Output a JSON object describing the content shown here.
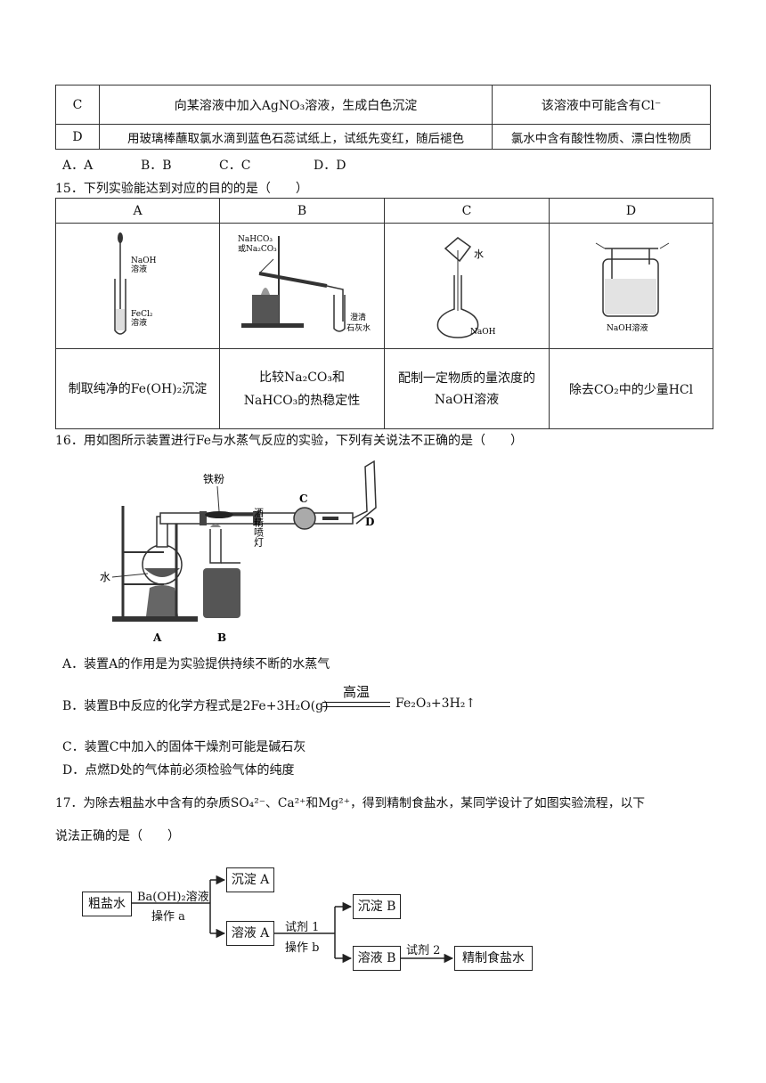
{
  "q14_table": {
    "rows": [
      {
        "letter": "C",
        "operation": "向某溶液中加入AgNO₃溶液，生成白色沉淀",
        "conclusion": "该溶液中可能含有Cl⁻"
      },
      {
        "letter": "D",
        "operation": "用玻璃棒蘸取氯水滴到蓝色石蕊试纸上，试纸先变红，随后褪色",
        "conclusion": "氯水中含有酸性物质、漂白性物质"
      }
    ]
  },
  "q14_options": [
    "A．A",
    "B．B",
    "C．C",
    "D．D"
  ],
  "q15": {
    "stem": "15．下列实验能达到对应的目的的是（　　）",
    "headers": [
      "A",
      "B",
      "C",
      "D"
    ],
    "figure_labels": {
      "a1": "NaOH",
      "a2": "溶液",
      "a3": "FeCl₂",
      "a4": "溶液",
      "b1": "NaHCO₃",
      "b2": "或Na₂CO₃",
      "b3": "澄清",
      "b4": "石灰水",
      "c1": "水",
      "c2": "NaOH",
      "d1": "NaOH溶液"
    },
    "purposes": [
      "制取纯净的Fe(OH)₂沉淀",
      "比较Na₂CO₃和NaHCO₃的热稳定性",
      "配制一定物质的量浓度的NaOH溶液",
      "除去CO₂中的少量HCl"
    ]
  },
  "q16": {
    "stem": "16．用如图所示装置进行Fe与水蒸气反应的实验，下列有关说法不正确的是（　　）",
    "figure_labels": {
      "iron": "铁粉",
      "water": "水",
      "lamp": "酒精喷灯",
      "a": "A",
      "b": "B",
      "c": "C",
      "d": "D"
    },
    "options": {
      "A": "A．装置A的作用是为实验提供持续不断的水蒸气",
      "B_prefix": "B．装置B中反应的化学方程式是2Fe+3H₂O(g)",
      "B_condition": "高温",
      "B_suffix": "Fe₂O₃+3H₂↑",
      "C": "C．装置C中加入的固体干燥剂可能是碱石灰",
      "D": "D．点燃D处的气体前必须检验气体的纯度"
    }
  },
  "q17": {
    "stem_line1": "17．为除去粗盐水中含有的杂质SO₄²⁻、Ca²⁺和Mg²⁺，得到精制食盐水，某同学设计了如图实验流程，以下",
    "stem_line2": "说法正确的是（　　）",
    "flow": {
      "crude": "粗盐水",
      "reagent1": "Ba(OH)₂溶液",
      "op_a": "操作 a",
      "precip_a": "沉淀 A",
      "solution_a": "溶液 A",
      "reagent_1": "试剂 1",
      "op_b": "操作 b",
      "precip_b": "沉淀 B",
      "solution_b": "溶液 B",
      "reagent_2": "试剂 2",
      "refined": "精制食盐水"
    }
  }
}
